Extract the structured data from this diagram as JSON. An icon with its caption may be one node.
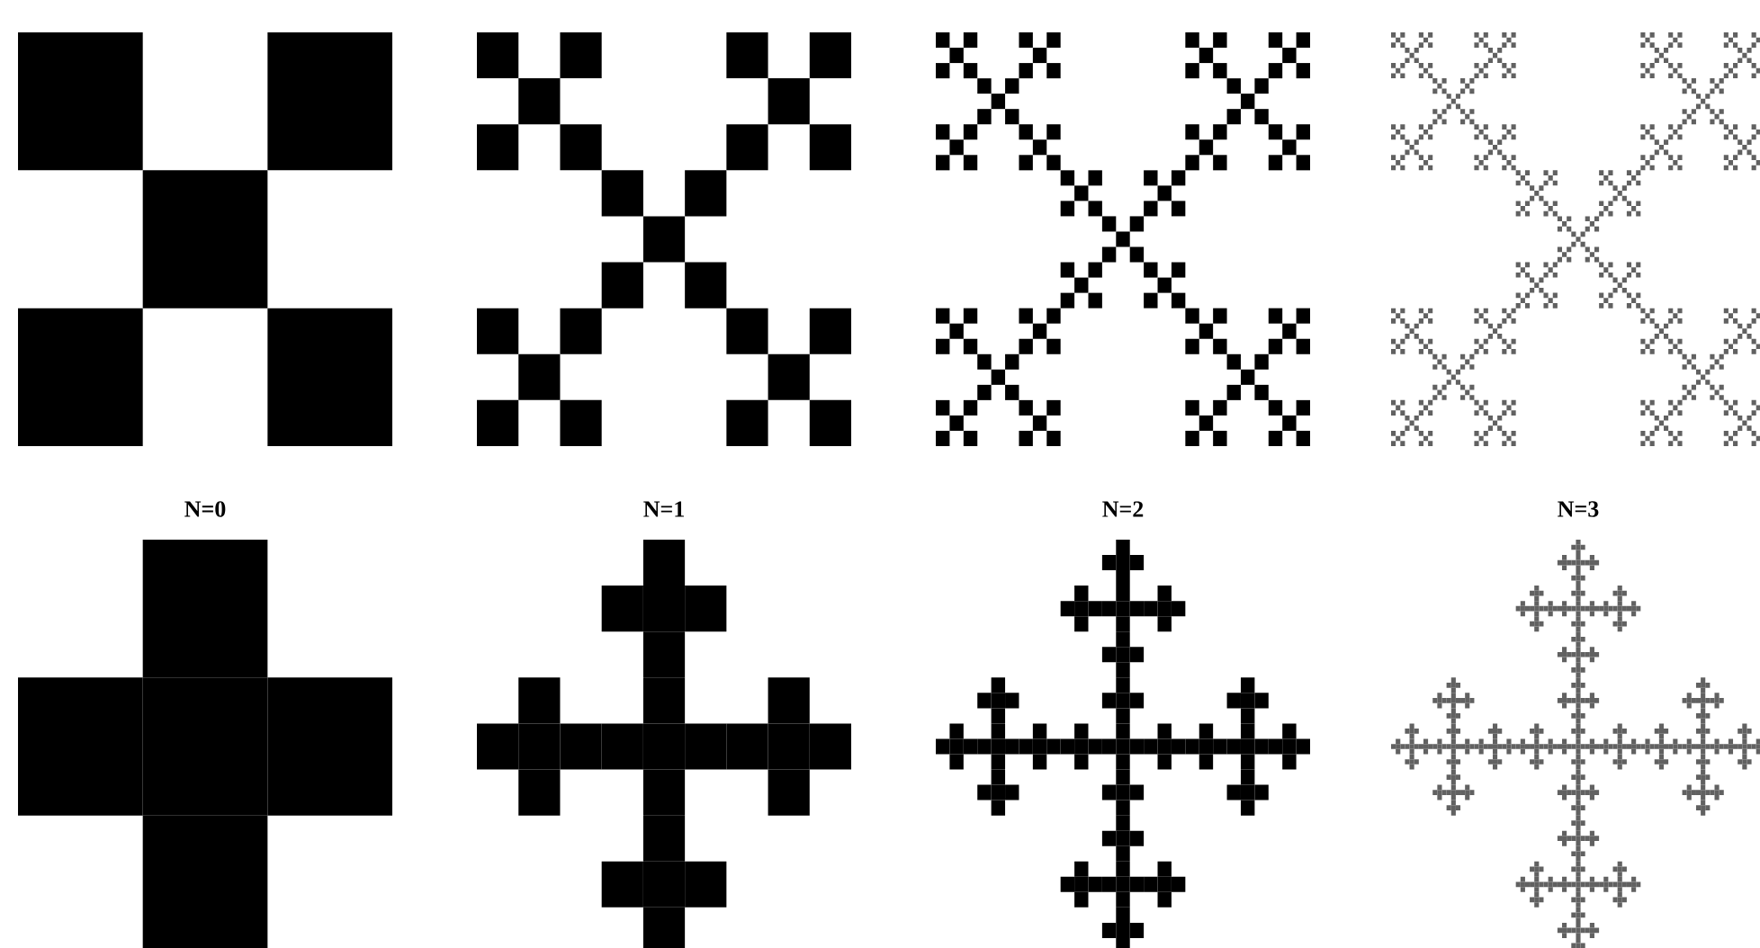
{
  "diagram": {
    "labels": [
      "N=0",
      "N=1",
      "N=2",
      "N=3"
    ]
  }
}
